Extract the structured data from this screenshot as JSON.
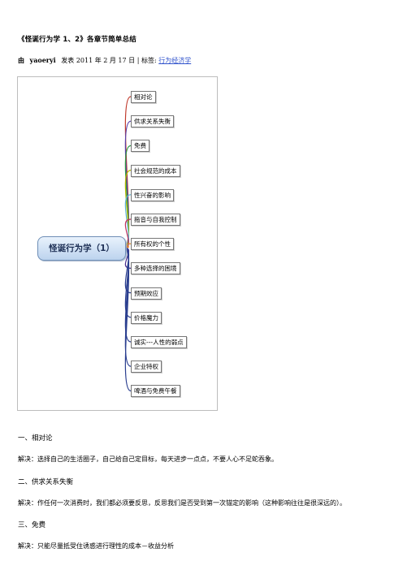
{
  "doc": {
    "title": "《怪诞行为学 1、2》各章节简单总结",
    "meta": {
      "by": "由",
      "author": "yaoeryi",
      "posted": "发表",
      "date": "2011 年 2 月 17 日",
      "sep": "|",
      "tag_label": "标签:",
      "tag": "行为经济学"
    }
  },
  "mindmap": {
    "root": "怪诞行为学（1）",
    "branches": [
      {
        "label": "相对论",
        "color": "#c0392b"
      },
      {
        "label": "供求关系失衡",
        "color": "#5a3fa8"
      },
      {
        "label": "免费",
        "color": "#2e9a47"
      },
      {
        "label": "社会规范的成本",
        "color": "#b8b800"
      },
      {
        "label": "性兴奋的影响",
        "color": "#5ab4d8"
      },
      {
        "label": "拖音与自我控制",
        "color": "#c0305f"
      },
      {
        "label": "所有权的个性",
        "color": "#e38a1a"
      },
      {
        "label": "多种选择的困境",
        "color": "#4a2e8f"
      },
      {
        "label": "预期效应",
        "color": "#2a3e8f"
      },
      {
        "label": "价格魔力",
        "color": "#2a3e8f"
      },
      {
        "label": "诚实---人性的弱点",
        "color": "#2a3e8f"
      },
      {
        "label": "企业特权",
        "color": "#2a3e8f"
      },
      {
        "label": "啤酒与免费午餐",
        "color": "#2a3e8f"
      }
    ]
  },
  "sections": [
    {
      "heading": "一、相对论",
      "body": "解决：选择自己的生活圈子，自己给自己定目标，每天进步一点点，不要人心不足蛇吞象。"
    },
    {
      "heading": "二、供求关系失衡",
      "body": "解决：作任何一次消费时，我们都必须要反思，反思我们是否受到第一次锚定的影响（这种影响往往是很深远的）。"
    },
    {
      "heading": "三、免费",
      "body": "解决：只能尽量抵受住诱惑进行理性的成本－收益分析"
    }
  ]
}
